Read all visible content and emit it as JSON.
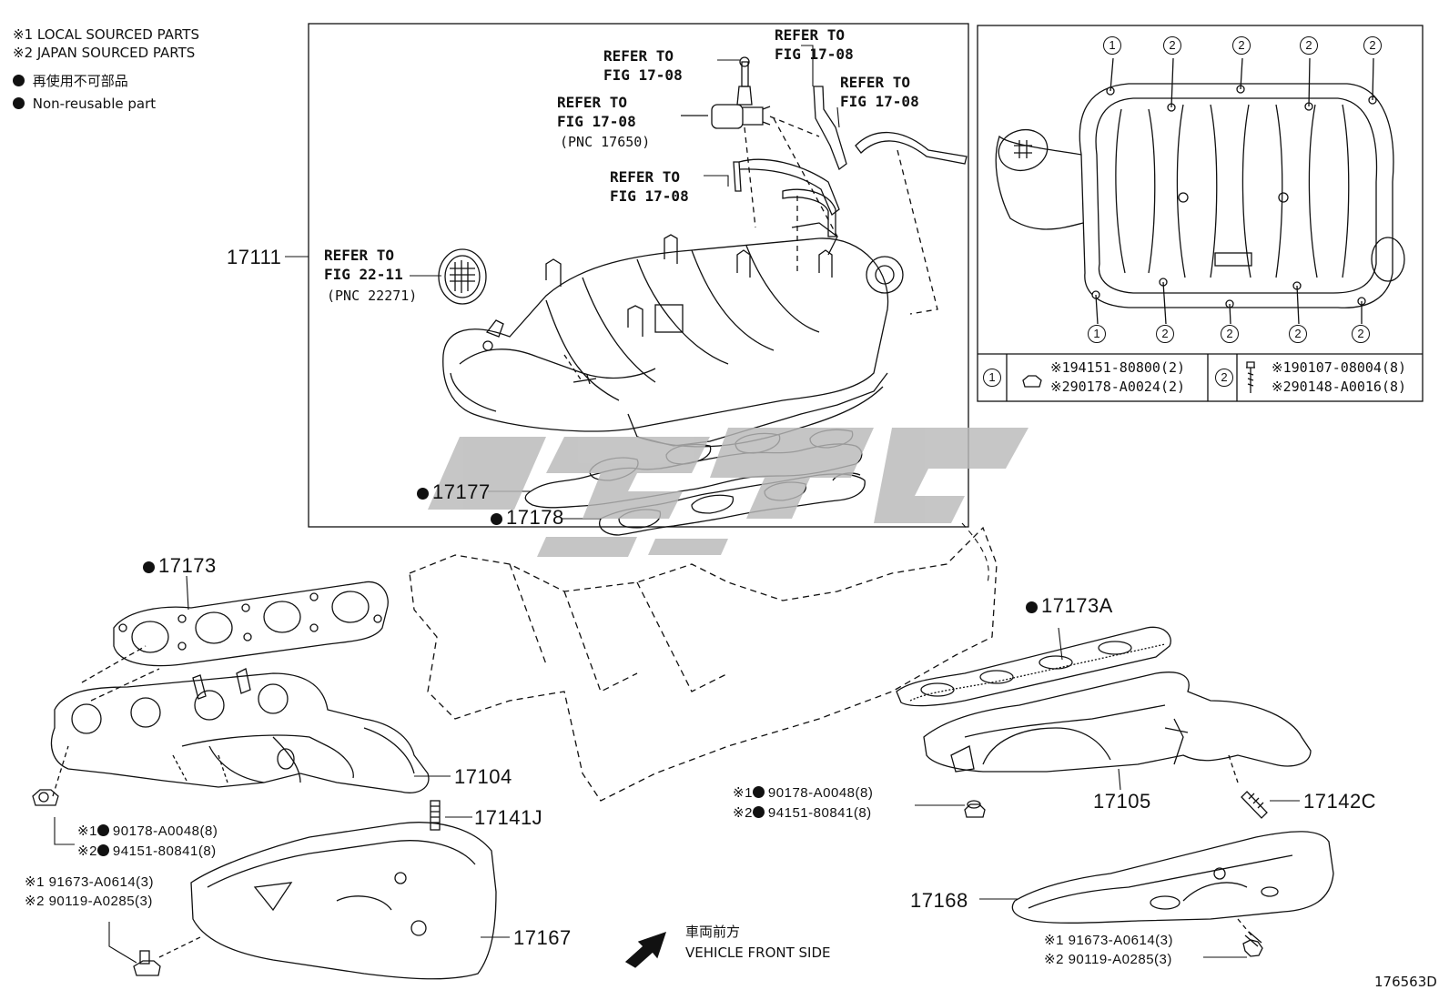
{
  "legend": {
    "local": "※1 LOCAL SOURCED PARTS",
    "japan": "※2 JAPAN SOURCED PARTS",
    "non_reusable_jp": "再使用不可部品",
    "non_reusable_en": "Non-reusable part"
  },
  "refs": {
    "r1a": "REFER TO",
    "r1b": "FIG 17-08",
    "r2a": "REFER TO",
    "r2b": "FIG 17-08",
    "r3a": "REFER TO",
    "r3b": "FIG 17-08",
    "r4a": "REFER TO",
    "r4b": "FIG 17-08",
    "r4c": "(PNC 17650)",
    "r5a": "REFER TO",
    "r5b": "FIG 17-08",
    "r6a": "REFER TO",
    "r6b": "FIG 22-11",
    "r6c": "(PNC 22271)"
  },
  "parts": {
    "p17111": "17111",
    "p17177": "17177",
    "p17178": "17178",
    "p17173": "17173",
    "p17173A": "17173A",
    "p17104": "17104",
    "p17105": "17105",
    "p17141J": "17141J",
    "p17142C": "17142C",
    "p17167": "17167",
    "p17168": "17168"
  },
  "notes": {
    "left_nut_1": "※1",
    "left_nut_1_pn": "90178-A0048(8)",
    "left_nut_2": "※2",
    "left_nut_2_pn": "94151-80841(8)",
    "left_bolt_1": "※1 91673-A0614(3)",
    "left_bolt_2": "※2 90119-A0285(3)",
    "mid_nut_1": "※1",
    "mid_nut_1_pn": "90178-A0048(8)",
    "mid_nut_2": "※2",
    "mid_nut_2_pn": "94151-80841(8)",
    "right_bolt_1": "※1 91673-A0614(3)",
    "right_bolt_2": "※2 90119-A0285(3)"
  },
  "inset": {
    "top_callouts": [
      "1",
      "2",
      "2",
      "2",
      "2"
    ],
    "bottom_callouts": [
      "1",
      "2",
      "2",
      "2",
      "2"
    ],
    "key1": "1",
    "key1_a": "※194151-80800(2)",
    "key1_b": "※290178-A0024(2)",
    "key2": "2",
    "key2_a": "※190107-08004(8)",
    "key2_b": "※290148-A0016(8)"
  },
  "direction": {
    "jp": "車両前方",
    "en": "VEHICLE FRONT SIDE"
  },
  "diagram_id": "176563D",
  "colors": {
    "line": "#111111",
    "watermark": "#b9b9b9"
  }
}
